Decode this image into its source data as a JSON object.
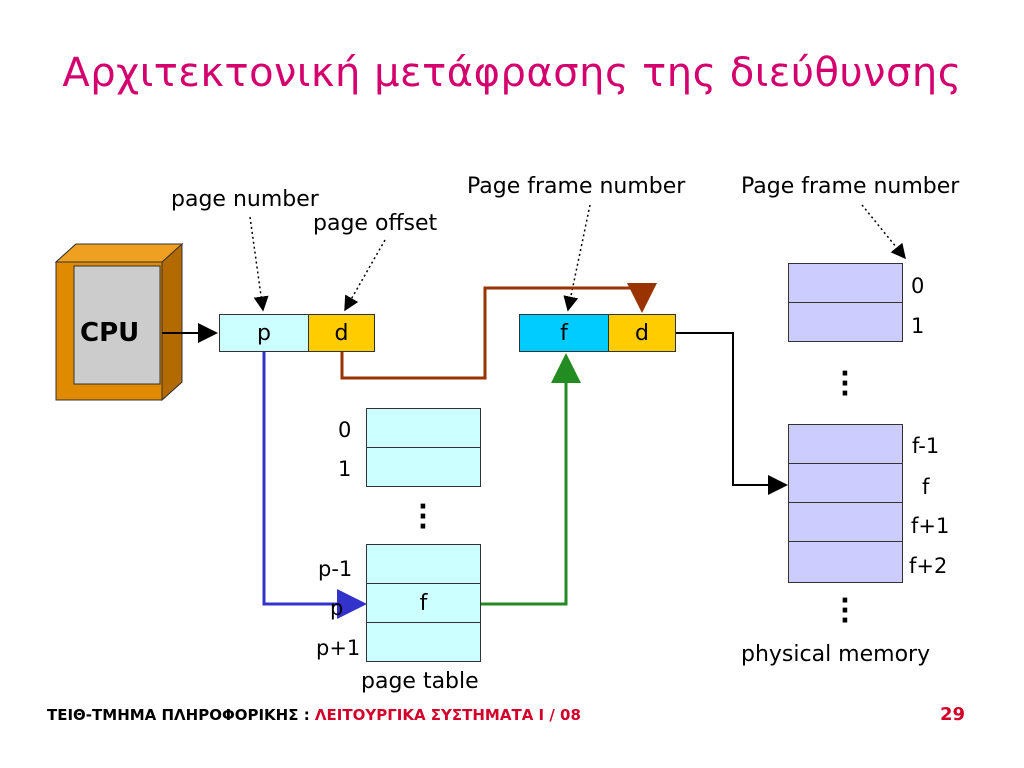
{
  "title": "Αρχιτεκτονική μετάφρασης της διεύθυνσης",
  "labels": {
    "page_number": "page number",
    "page_offset": "page offset",
    "frame_number_1": "Page frame number",
    "frame_number_2": "Page frame number",
    "page_table": "page table",
    "physical_memory": "physical memory"
  },
  "cpu": "CPU",
  "logical_address": {
    "p": "p",
    "d": "d"
  },
  "physical_address": {
    "f": "f",
    "d": "d"
  },
  "page_table": {
    "index_top": [
      "0",
      "1"
    ],
    "index_bottom": [
      "p-1",
      "p",
      "p+1"
    ],
    "entry_f": "f"
  },
  "memory": {
    "index_top": [
      "0",
      "1"
    ],
    "index_bottom": [
      "f-1",
      "f",
      "f+1",
      "f+2"
    ]
  },
  "footer": {
    "left_black": "ΤΕΙΘ-ΤΜΗΜΑ ΠΛΗΡΟΦΟΡΙΚΗΣ : ",
    "left_red": "ΛΕΙΤΟΥΡΓΙΚΑ ΣΥΣΤΗΜΑΤΑ Ι / 08",
    "page": "29"
  },
  "colors": {
    "title": "#d4006e",
    "cyan": "#ccffff",
    "bright_cyan": "#00ccff",
    "yellow": "#ffcc00",
    "lavender": "#ccccff",
    "arrow_blue": "#3333cc",
    "arrow_green": "#228b22",
    "arrow_brown": "#993300",
    "cpu_orange": "#e08a00"
  }
}
